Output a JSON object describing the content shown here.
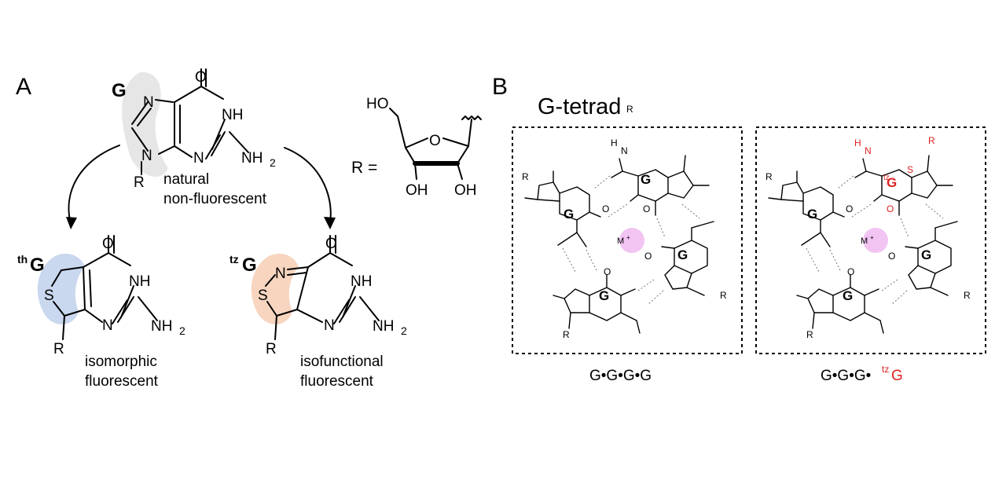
{
  "panel_a": {
    "panel_label": "A",
    "guanosine": {
      "name": "G",
      "desc_line1": "natural",
      "desc_line2": "non-fluorescent"
    },
    "thG": {
      "name_sup": "th",
      "name": "G",
      "desc_line1": "isomorphic",
      "desc_line2": "fluorescent"
    },
    "tzG": {
      "name_sup": "tz",
      "name": "G",
      "desc_line1": "isofunctional",
      "desc_line2": "fluorescent"
    },
    "ribose_label": "R =",
    "atoms": {
      "O": "O",
      "NH": "NH",
      "N": "N",
      "NH2": "NH",
      "sub2": "2",
      "R": "R",
      "S": "S",
      "HO": "HO",
      "OH": "OH"
    }
  },
  "panel_b": {
    "panel_label": "B",
    "title": "G-tetrad",
    "metal_ion": "M",
    "metal_charge": "+",
    "left_caption": "G•G•G•G",
    "right_caption_prefix": "G•G•G•",
    "right_caption_sup": "tz",
    "right_caption_last": "G",
    "base_letter": "G",
    "tz_sup": "tz",
    "atoms": {
      "N": "N",
      "H": "H",
      "O": "O",
      "R": "R",
      "S": "S"
    }
  },
  "colors": {
    "thG_highlight": "#c9d8ee",
    "tzG_highlight": "#f7d5bf",
    "G_highlight": "#e6e6e6",
    "metal_ion": "#f2c4f2",
    "tzG_red": "#e02020"
  }
}
